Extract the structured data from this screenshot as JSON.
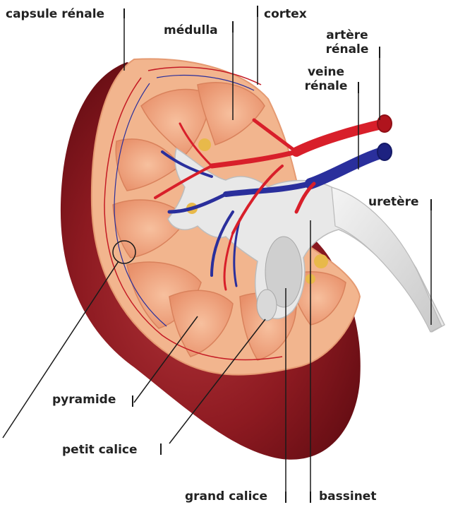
{
  "labels": {
    "capsule_renale": "capsule rénale",
    "medulla": "médulla",
    "cortex": "cortex",
    "artere_renale": "artère\nrénale",
    "veine_renale": "veine\nrénale",
    "uretere": "uretère",
    "pyramide": "pyramide",
    "petit_calice": "petit calice",
    "grand_calice": "grand calice",
    "bassinet": "bassinet"
  },
  "colors": {
    "capsule": "#7a0e16",
    "capsule_highlight": "#a82a2e",
    "cortex": "#f2b58e",
    "pyramid": "#ef9f7a",
    "artery": "#d81f2a",
    "vein": "#2a2f9c",
    "pelvis": "#e6e6e6",
    "fat": "#e8b94a",
    "leader": "#1a1a1a"
  }
}
